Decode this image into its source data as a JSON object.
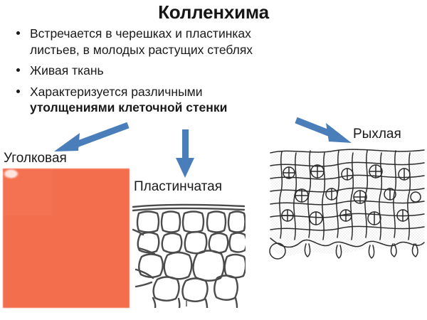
{
  "slide": {
    "title": "Колленхима",
    "bullets": [
      {
        "lines": [
          {
            "text": "Встречается в черешках и пластинках",
            "bold": false
          },
          {
            "text": "листьев, в молодых растущих стеблях",
            "bold": false
          }
        ]
      },
      {
        "lines": [
          {
            "text": "Живая ткань",
            "bold": false
          }
        ]
      },
      {
        "lines": [
          {
            "text": "Характеризуется различными",
            "bold": false
          },
          {
            "text": "утолщениями клеточной стенки",
            "bold": true
          }
        ]
      }
    ],
    "figures": [
      {
        "id": "ugl",
        "caption": "Уголковая",
        "kind": "micrograph-pink"
      },
      {
        "id": "plast",
        "caption": "Пластинчатая",
        "kind": "line-drawing-lamellar"
      },
      {
        "id": "ryhl",
        "caption": "Рыхлая",
        "kind": "line-drawing-loose"
      }
    ],
    "arrows": [
      {
        "id": "arrow-to-ugl",
        "direction": "down-left"
      },
      {
        "id": "arrow-to-plast",
        "direction": "down"
      },
      {
        "id": "arrow-to-ryhl",
        "direction": "down-right"
      }
    ],
    "colors": {
      "arrow": "#4a7ebb",
      "arrow_dark": "#3f6ea6",
      "text": "#1a1a1a",
      "cell_wall_pink": "#ee6f50",
      "cell_lumen_pink": "#fde6e0",
      "ink": "#3a3a3a"
    }
  }
}
